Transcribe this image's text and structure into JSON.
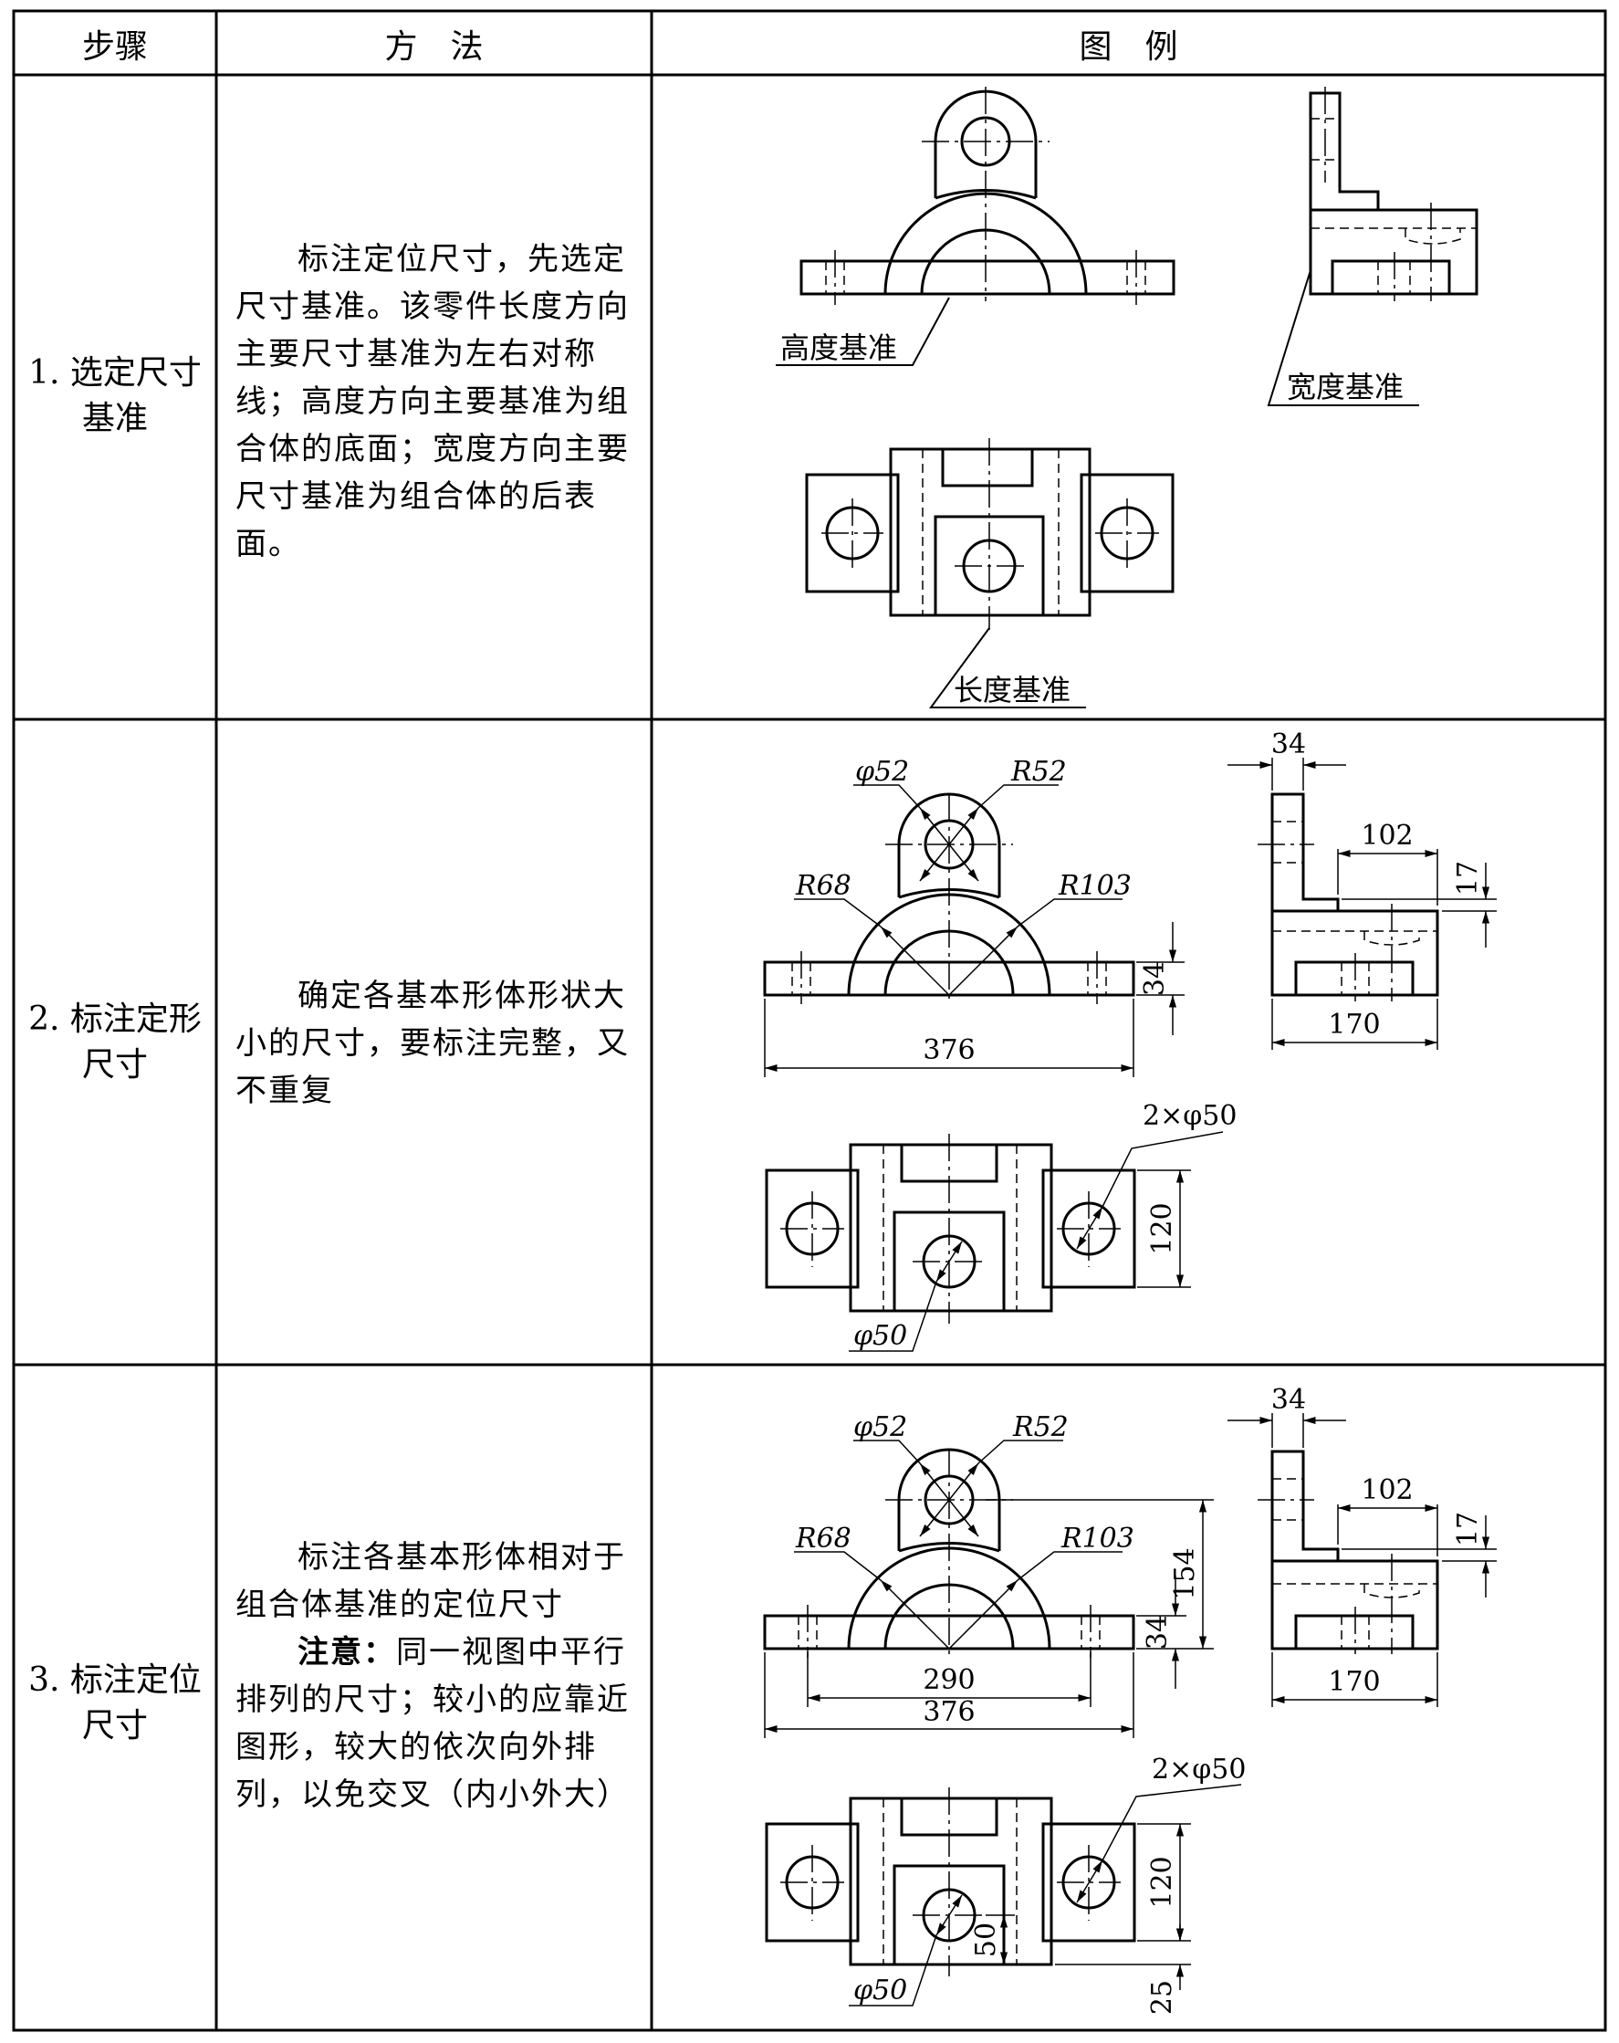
{
  "header": {
    "col1": "步骤",
    "col2": "方　法",
    "col3": "图　例"
  },
  "rows": [
    {
      "step_line1": "1. 选定尺寸",
      "step_line2": "基准",
      "method": "标注定位尺寸，先选定尺寸基准。该零件长度方向主要尺寸基准为左右对称线；高度方向主要基准为组合体的底面；宽度方向主要尺寸基准为组合体的后表面。",
      "labels": {
        "height": "高度基准",
        "width": "宽度基准",
        "length": "长度基准"
      }
    },
    {
      "step_line1": "2. 标注定形",
      "step_line2": "尺寸",
      "method": "确定各基本形体形状大小的尺寸，要标注完整，又不重复",
      "dims": {
        "d52": "φ52",
        "r52": "R52",
        "r68": "R68",
        "r103": "R103",
        "h34": "34",
        "w376": "376",
        "t34": "34",
        "w102": "102",
        "h17": "17",
        "w170": "170",
        "hole2": "2×φ50",
        "h120": "120",
        "d50": "φ50"
      }
    },
    {
      "step_line1": "3. 标注定位",
      "step_line2": "尺寸",
      "method": "标注各基本形体相对于组合体基准的定位尺寸",
      "note_label": "注意：",
      "note": "同一视图中平行排列的尺寸；较小的应靠近图形，较大的依次向外排列，以免交叉（内小外大）",
      "dims": {
        "d52": "φ52",
        "r52": "R52",
        "r68": "R68",
        "r103": "R103",
        "h154": "154",
        "h34": "34",
        "w290": "290",
        "w376": "376",
        "t34": "34",
        "w102": "102",
        "h17": "17",
        "w170": "170",
        "hole2": "2×φ50",
        "h120": "120",
        "h50": "50",
        "h25": "25",
        "d50": "φ50"
      }
    }
  ]
}
